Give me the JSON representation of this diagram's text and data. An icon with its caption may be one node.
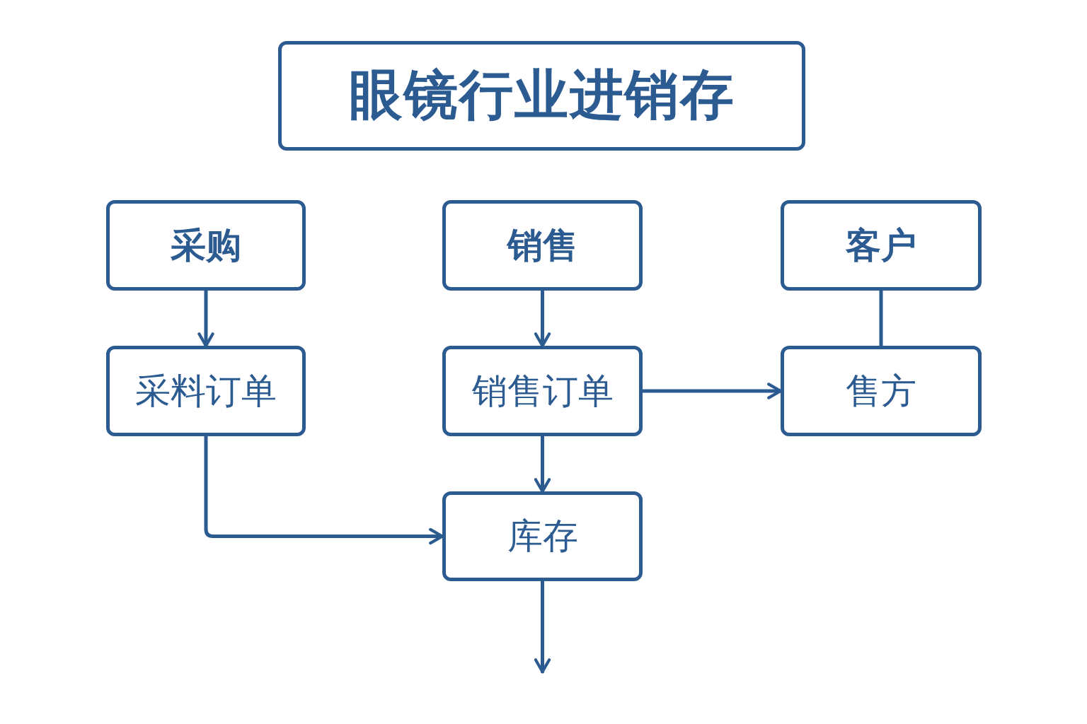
{
  "diagram": {
    "title": "眼镜行业进销存",
    "nodes": [
      {
        "text": [
          "采购"
        ]
      },
      {
        "text": [
          "销售"
        ]
      },
      {
        "text": [
          "客户"
        ]
      },
      {
        "text": [
          "采料订单"
        ]
      },
      {
        "text": [
          "销售订单"
        ]
      },
      {
        "text": [
          "售方"
        ]
      },
      {
        "text": [
          "库存"
        ]
      }
    ],
    "edges": [
      {
        "from": 0,
        "to": 3,
        "arrow": "to"
      },
      {
        "from": 1,
        "to": 4,
        "arrow": "to"
      },
      {
        "from": 2,
        "to": 5,
        "arrow": "none"
      },
      {
        "from": 4,
        "to": 5,
        "arrow": "to"
      },
      {
        "from": 4,
        "to": 6,
        "arrow": "to"
      },
      {
        "from": 3,
        "to": 6,
        "arrow": "to"
      },
      {
        "from": 6,
        "to": null,
        "arrow": "to"
      }
    ]
  }
}
